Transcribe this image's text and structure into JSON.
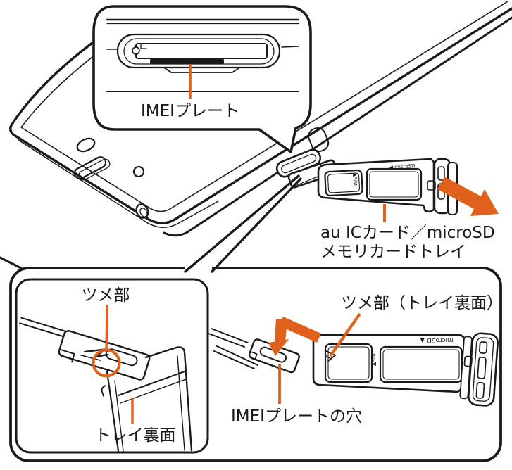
{
  "colors": {
    "bg": "#ffffff",
    "line": "#1a1a1a",
    "accent": "#E0611C"
  },
  "top_callout": {
    "label": "IMEIプレート"
  },
  "main": {
    "tray_label_line1": "au ICカード／microSD",
    "tray_label_line2": "メモリカードトレイ",
    "sim_marking": "▲SIM",
    "microsd_marking": "◀ microSD"
  },
  "bottom": {
    "left_inset": {
      "claw_label": "ツメ部",
      "tray_back_label": "トレイ裏面"
    },
    "right": {
      "claw_back_label": "ツメ部（トレイ裏面）",
      "hole_label": "IMEIプレートの穴",
      "sim_marking": "▲SIM",
      "microsd_marking": "microSD ▲"
    }
  }
}
